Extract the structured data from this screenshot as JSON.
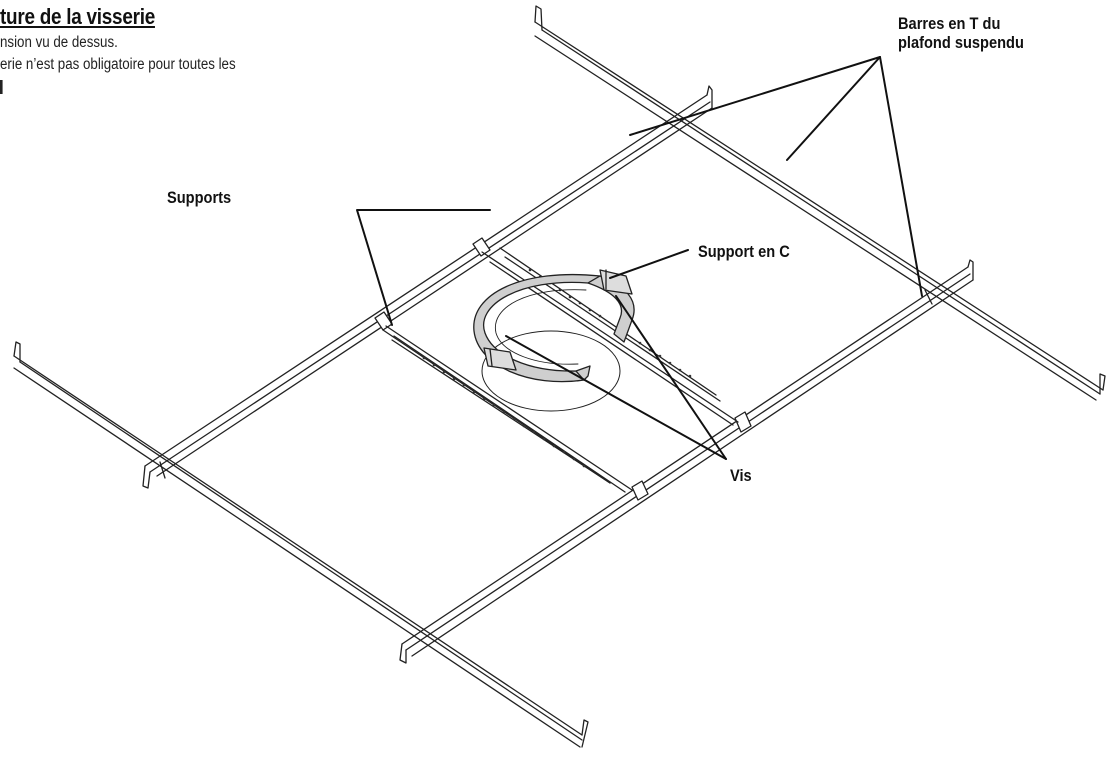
{
  "heading": {
    "title": "ture de la visserie",
    "line1": "nsion vu de dessus.",
    "line2": "erie n’est pas obligatoire pour toutes les"
  },
  "labels": {
    "barres_line1": "Barres en T du",
    "barres_line2": "plafond suspendu",
    "supports": "Supports",
    "support_c": "Support en C",
    "vis": "Vis"
  }
}
